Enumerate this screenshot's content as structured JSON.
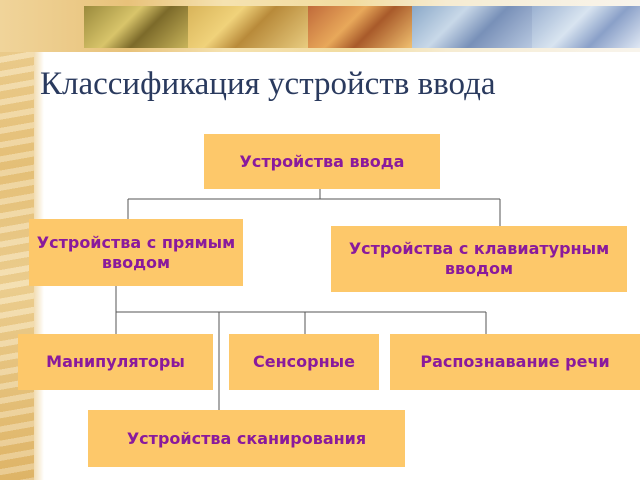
{
  "slide": {
    "title": "Классификация устройств ввода"
  },
  "diagram": {
    "root": "Устройства ввода",
    "direct_input": "Устройства с прямым вводом",
    "keyboard_input": "Устройства с клавиатурным вводом",
    "manipulators": "Манипуляторы",
    "touch": "Сенсорные",
    "speech_recognition": "Распознавание речи",
    "scanning": "Устройства сканирования"
  },
  "colors": {
    "node_fill": "#fdc86a",
    "node_text": "#8a1a9c",
    "title_text": "#2a3a5e",
    "connector": "#555555"
  }
}
